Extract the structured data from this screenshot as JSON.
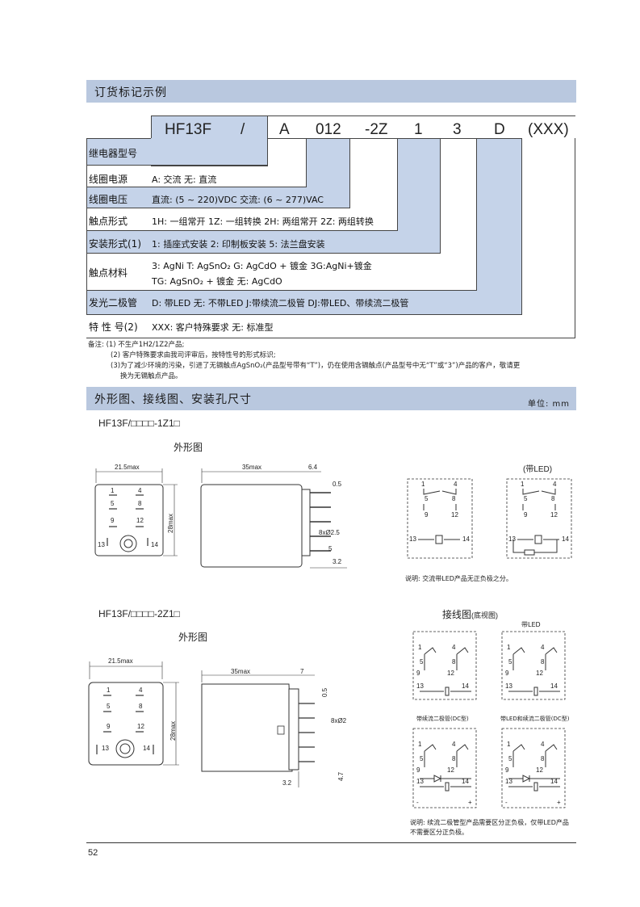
{
  "section1": {
    "title": "订货标记示例"
  },
  "order_code": {
    "parts": [
      "HF13F",
      "/",
      "A",
      "012",
      "-2Z",
      "1",
      "3",
      "D",
      "(XXX)"
    ]
  },
  "rows": [
    {
      "label": "继电器型号",
      "text": ""
    },
    {
      "label": "线圈电源",
      "text": "A: 交流    无: 直流"
    },
    {
      "label": "线圈电压",
      "text": "直流: (5 ~ 220)VDC    交流: (6 ~ 277)VAC"
    },
    {
      "label": "触点形式",
      "text": "1H: 一组常开  1Z: 一组转换  2H: 两组常开    2Z: 两组转换"
    },
    {
      "label": "安装形式(1)",
      "text": "1: 插座式安装      2: 印制板安装       5: 法兰盘安装"
    },
    {
      "label": "触点材料",
      "text": "3: AgNi    T: AgSnO₂   G: AgCdO + 镀金   3G:AgNi+镀金",
      "text2": "TG: AgSnO₂ + 镀金    无: AgCdO"
    },
    {
      "label": "发光二极管",
      "text": "D: 带LED   无: 不带LED     J:带续流二极管     DJ:带LED、带续流二极管"
    },
    {
      "label": "特 性 号(2)",
      "text": "XXX: 客户特殊要求        无: 标准型"
    }
  ],
  "notes": [
    "备注: (1) 不生产1H2/1Z2产品;",
    "(2) 客户特殊要求由我司评审后，按特性号的形式标识;",
    "(3)为了减少环境的污染，引进了无镉触点AgSnO₂(产品型号带有“T”)，仍在使用含镉触点(产品型号中无“T”或“3”)产品的客户，敬请更",
    "换为无镉触点产品。"
  ],
  "section2": {
    "title": "外形图、接线图、安装孔尺寸",
    "unit": "单位: mm"
  },
  "model1": {
    "name": "HF13F/□□□□-1Z1□",
    "outline_title": "外形图",
    "led_label": "(带LED)",
    "dims": [
      "21.5max",
      "35max",
      "6.4",
      "0.5",
      "28max",
      "8xØ2.5",
      "5",
      "3.2"
    ],
    "pins": [
      "1",
      "4",
      "5",
      "8",
      "9",
      "12",
      "13",
      "14"
    ],
    "note": "说明: 交流带LED产品无正负极之分。"
  },
  "model2": {
    "name": "HF13F/□□□□-2Z1□",
    "outline_title": "外形图",
    "wiring_title": "接线图",
    "wiring_sub": "(底视图)",
    "led_label": "带LED",
    "dims": [
      "21.5max",
      "35max",
      "7",
      "0.5",
      "28max",
      "8xØ2",
      "3.2",
      "4.7"
    ],
    "pins": [
      "1",
      "4",
      "5",
      "8",
      "9",
      "12",
      "13",
      "14"
    ],
    "diode_label": "带续流二极管(DC型)",
    "led_diode_label": "带LED和续流二极管(DC型)",
    "note1": "说明: 续流二极管型产品需要区分正负极，仅带LED产品",
    "note2": "不需要区分正负极。"
  },
  "page_number": "52"
}
